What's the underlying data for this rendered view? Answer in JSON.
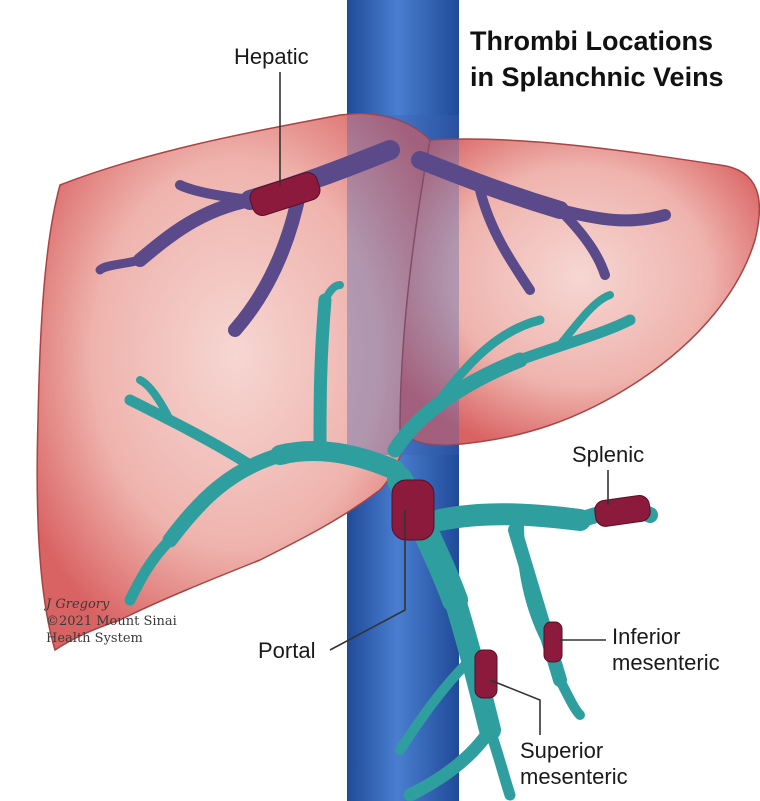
{
  "title": {
    "line1": "Thrombi Locations",
    "line2": "in Splanchnic Veins"
  },
  "labels": {
    "hepatic": "Hepatic",
    "splenic": "Splenic",
    "portal": "Portal",
    "inferior_line1": "Inferior",
    "inferior_line2": "mesenteric",
    "superior_line1": "Superior",
    "superior_line2": "mesenteric"
  },
  "credit": {
    "line1": "J Gregory",
    "line2": "©2021 Mount Sinai",
    "line3": "Health System"
  },
  "colors": {
    "liver_fill": "#e89090",
    "liver_edge": "#c84a4a",
    "vena_cava": "#2f5db0",
    "hepatic_veins": "#5a4a8a",
    "portal_veins": "#2f9e9e",
    "thrombus": "#8b1a3c"
  }
}
